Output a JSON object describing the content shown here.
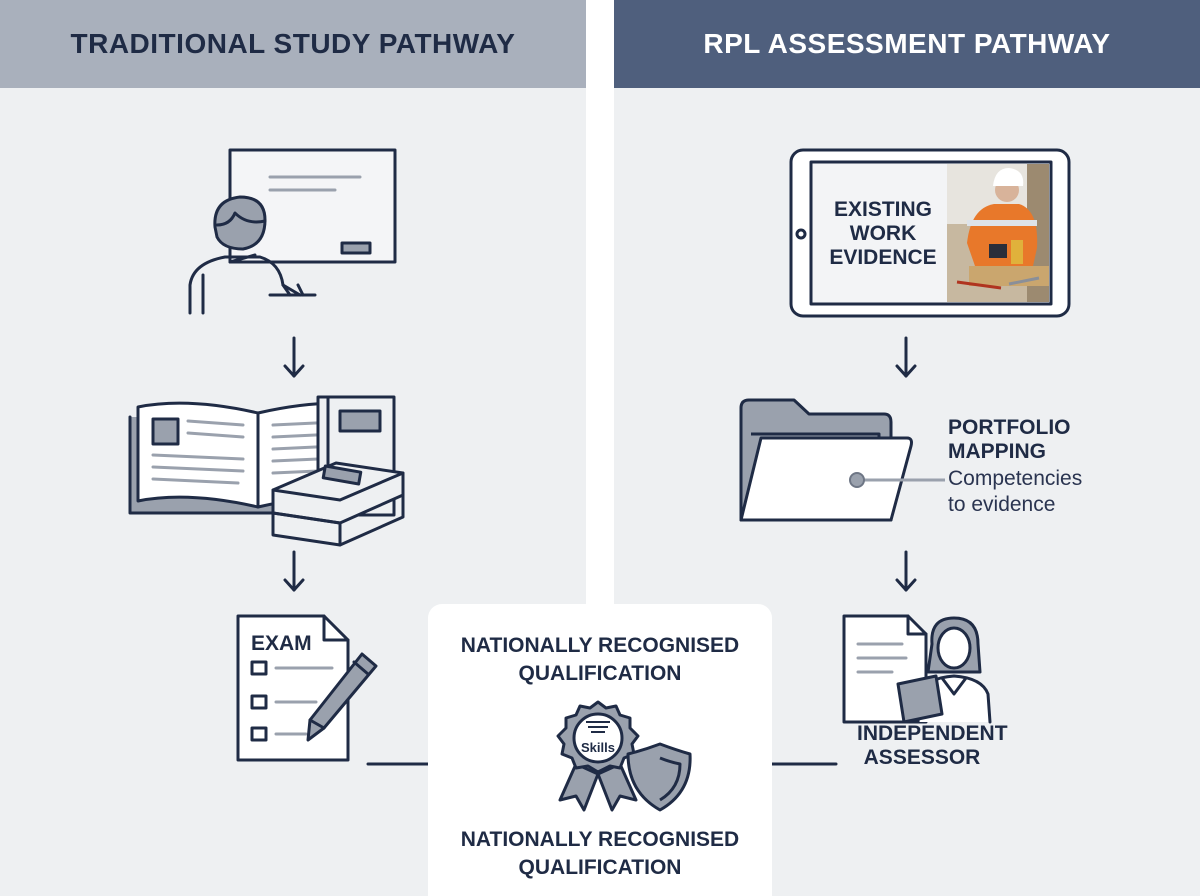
{
  "left_header": "TRADITIONAL STUDY PATHWAY",
  "right_header": "RPL ASSESSMENT PATHWAY",
  "left_steps": {
    "exam_label": "EXAM"
  },
  "right_steps": {
    "evidence_label": [
      "EXISTING",
      "WORK",
      "EVIDENCE"
    ],
    "portfolio_title": [
      "PORTFOLIO",
      "MAPPING"
    ],
    "portfolio_sub": [
      "Competencies",
      "to evidence"
    ],
    "assessor_label": [
      "INDEPENDENT",
      "ASSESSOR"
    ]
  },
  "outcome": {
    "top_label": [
      "NATIONALLY RECOGNISED",
      "QUALIFICATION"
    ],
    "badge_text": "Skills",
    "bottom_label": [
      "NATIONALLY RECOGNISED",
      "QUALIFICATION"
    ]
  },
  "colors": {
    "ink": "#1f2b45",
    "left_header_bg": "#a9b0bc",
    "right_header_bg": "#4f5f7d",
    "panel_bg": "#eef0f2",
    "accent_grey": "#9aa1ad",
    "vest_orange": "#e8782a"
  }
}
